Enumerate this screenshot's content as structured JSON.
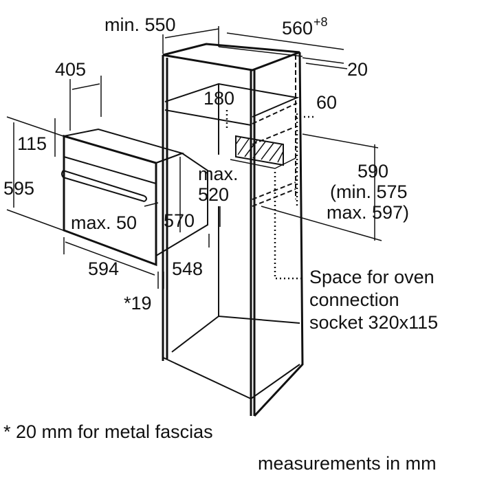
{
  "labels": {
    "min_550": "min. 550",
    "w_560": "560",
    "w_560_tol": "+8",
    "d_20": "20",
    "d_405": "405",
    "d_180": "180",
    "d_60": "60",
    "d_115": "115",
    "d_595": "595",
    "max_520_a": "max.",
    "max_520_b": "520",
    "h_590": "590",
    "h_590_min": "(min. 575",
    "h_590_max": "max. 597)",
    "max_50": "max. 50",
    "d_570": "570",
    "d_594": "594",
    "d_548": "548",
    "d_19": "*19"
  },
  "socket_note": [
    "Space for oven",
    "connection",
    "socket 320x115"
  ],
  "footnote": "* 20 mm for metal fascias",
  "units_note": "measurements in mm"
}
